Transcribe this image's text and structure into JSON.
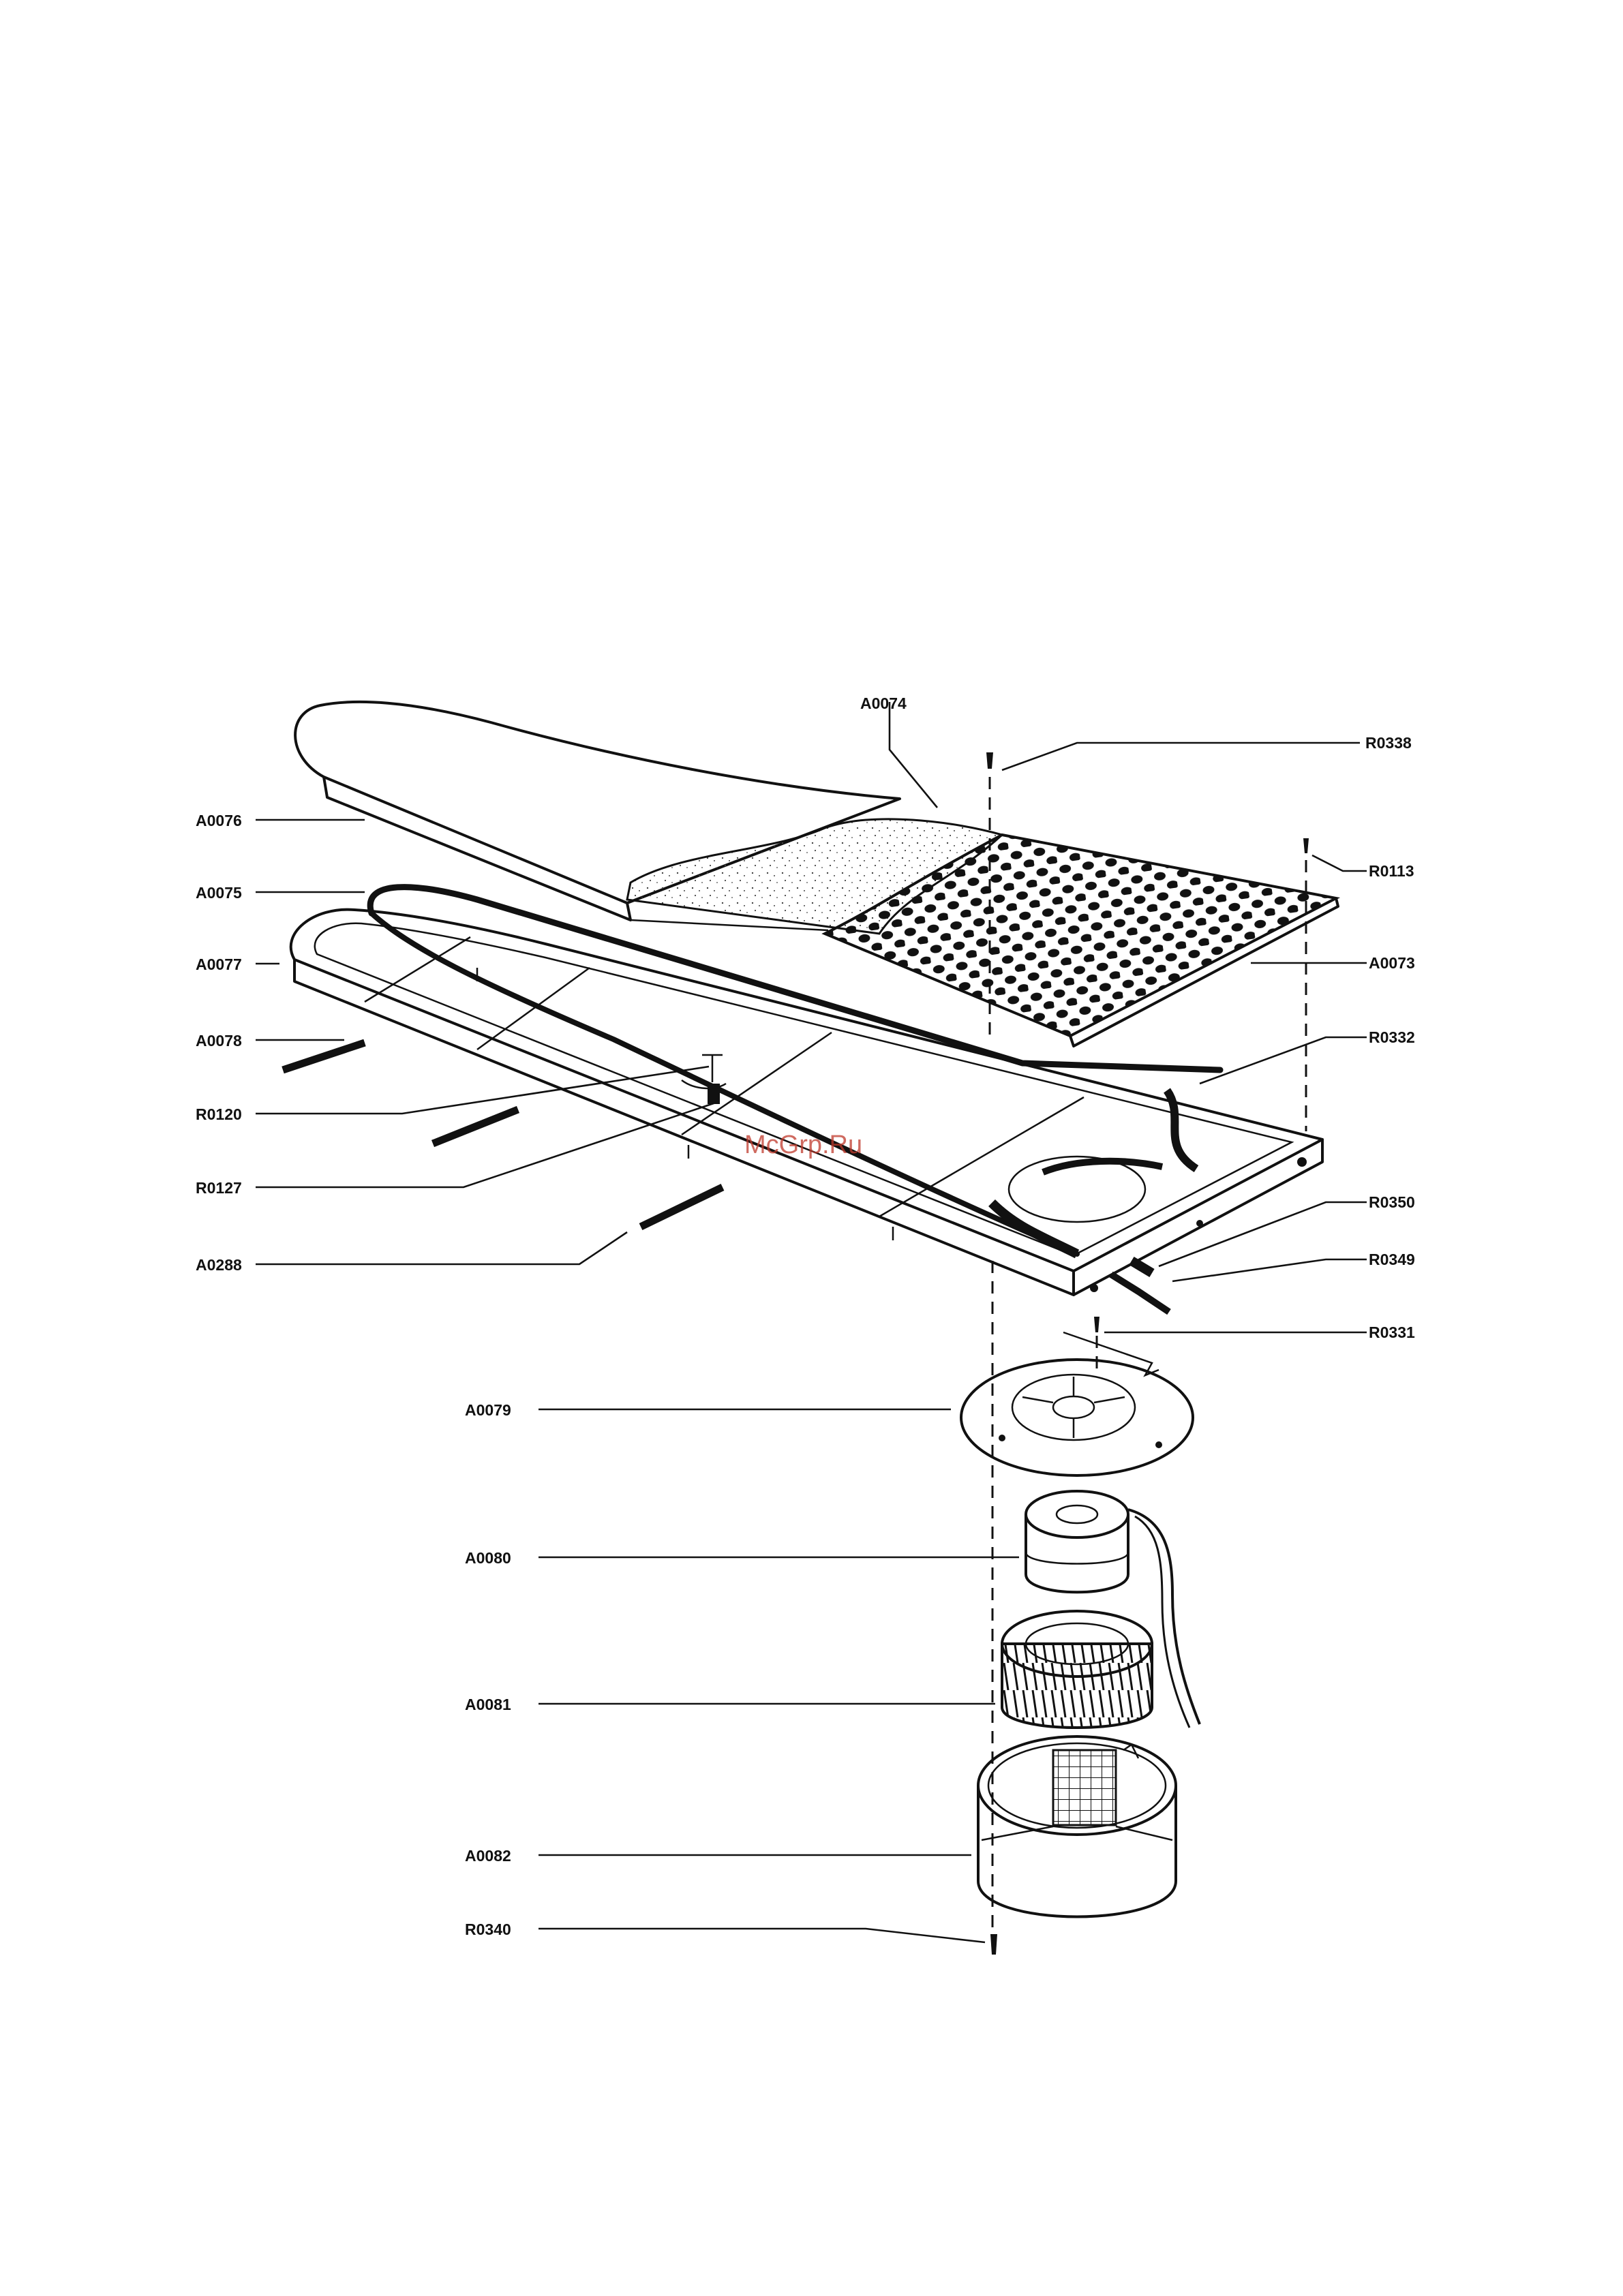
{
  "watermark": "McGrp.Ru",
  "labels": {
    "A0074": "A0074",
    "R0338": "R0338",
    "A0076": "A0076",
    "R0113": "R0113",
    "A0075": "A0075",
    "A0077": "A0077",
    "A0073": "A0073",
    "A0078": "A0078",
    "R0332": "R0332",
    "R0120": "R0120",
    "R0127": "R0127",
    "R0350": "R0350",
    "A0288": "A0288",
    "R0349": "R0349",
    "R0331": "R0331",
    "A0079": "A0079",
    "A0080": "A0080",
    "A0081": "A0081",
    "A0082": "A0082",
    "R0340": "R0340"
  }
}
